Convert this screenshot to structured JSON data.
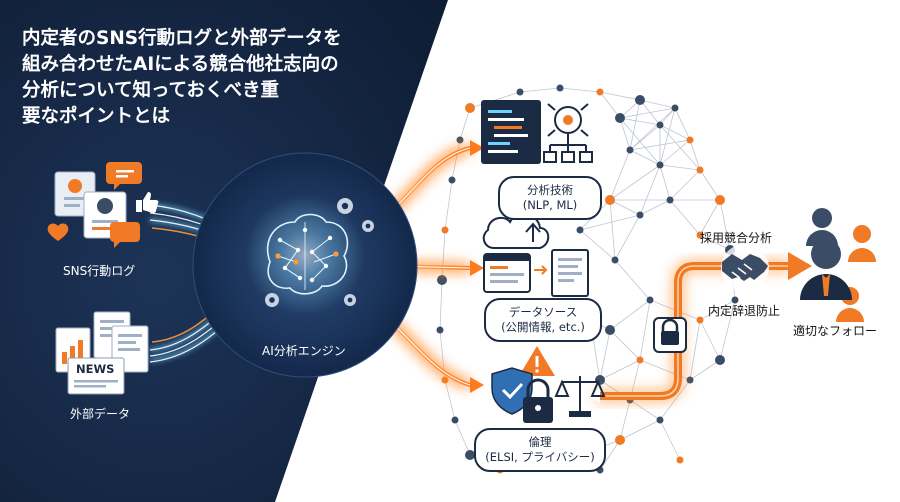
{
  "title_lines": [
    "内定者のSNS行動ログと外部データを",
    "組み合わせたAIによる競合他社志向の",
    "分析について知っておくべき重",
    "要なポイントとは"
  ],
  "nodes": {
    "sns": "SNS行動ログ",
    "external": "外部データ",
    "news_badge": "NEWS",
    "engine": "AI分析エンジン",
    "analysis": {
      "title": "分析技術",
      "sub": "(NLP, ML)"
    },
    "datasource": {
      "title": "データソース",
      "sub": "(公開情報, etc.)"
    },
    "ethics": {
      "title": "倫理",
      "sub": "(ELSI, プライバシー)"
    },
    "competitor": "採用競合分析",
    "prevention": "内定辞退防止",
    "followup": "適切なフォロー"
  },
  "colors": {
    "navy": "#14243f",
    "orange": "#f07a25",
    "blue": "#2f6fb2",
    "glow": "#6fd3ff"
  },
  "icons": [
    "profile-card-icon",
    "chat-bubble-icon",
    "thumbs-up-icon",
    "heart-icon",
    "document-icon",
    "newspaper-icon",
    "brain-circuit-icon",
    "gear-icon",
    "code-window-icon",
    "flowchart-icon",
    "cloud-upload-icon",
    "browser-window-icon",
    "warning-icon",
    "shield-check-icon",
    "padlock-icon",
    "scales-icon",
    "handshake-icon",
    "team-icon"
  ]
}
